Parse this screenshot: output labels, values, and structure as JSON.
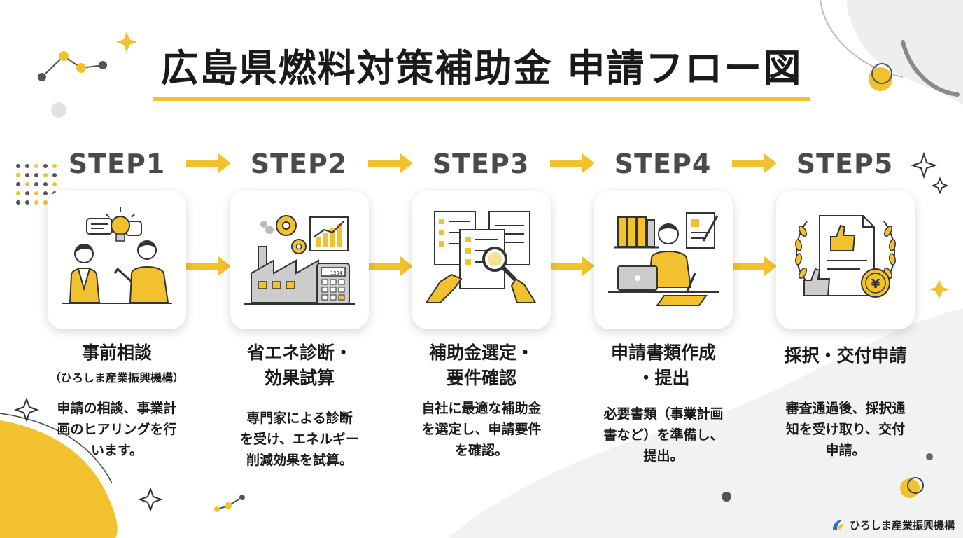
{
  "title": "広島県燃料対策補助金 申請フロー図",
  "colors": {
    "accent": "#f2c12e",
    "dark": "#333333",
    "gray": "#9a9a9a"
  },
  "steps": [
    {
      "label": "STEP1",
      "title_lines": [
        "事前相談"
      ],
      "subtitle": "（ひろしま産業振興機構）",
      "desc_lines": [
        "申請の相談、事業計",
        "画のヒアリングを行",
        "います。"
      ],
      "icon": "consultation-icon"
    },
    {
      "label": "STEP2",
      "title_lines": [
        "省エネ診断・",
        "効果試算"
      ],
      "subtitle": "",
      "desc_lines": [
        "専門家による診断",
        "を受け、エネルギー",
        "削減効果を試算。"
      ],
      "icon": "factory-diagnosis-icon"
    },
    {
      "label": "STEP3",
      "title_lines": [
        "補助金選定・",
        "要件確認"
      ],
      "subtitle": "",
      "desc_lines": [
        "自社に最適な補助金",
        "を選定し、申請要件",
        "を確認。"
      ],
      "icon": "document-review-icon"
    },
    {
      "label": "STEP4",
      "title_lines": [
        "申請書類作成",
        "・提出"
      ],
      "subtitle": "",
      "desc_lines": [
        "必要書類（事業計画",
        "書など）を準備し、",
        "提出。"
      ],
      "icon": "application-writing-icon"
    },
    {
      "label": "STEP5",
      "title_lines": [
        "採択・交付申請"
      ],
      "subtitle": "",
      "desc_lines": [
        "審査通過後、採択通",
        "知を受け取り、交付",
        "申請。"
      ],
      "icon": "approval-grant-icon"
    }
  ],
  "calculator_display": "1234",
  "footer": {
    "org_name": "ひろしま産業振興機構",
    "logo_icon": "org-logo-icon"
  }
}
